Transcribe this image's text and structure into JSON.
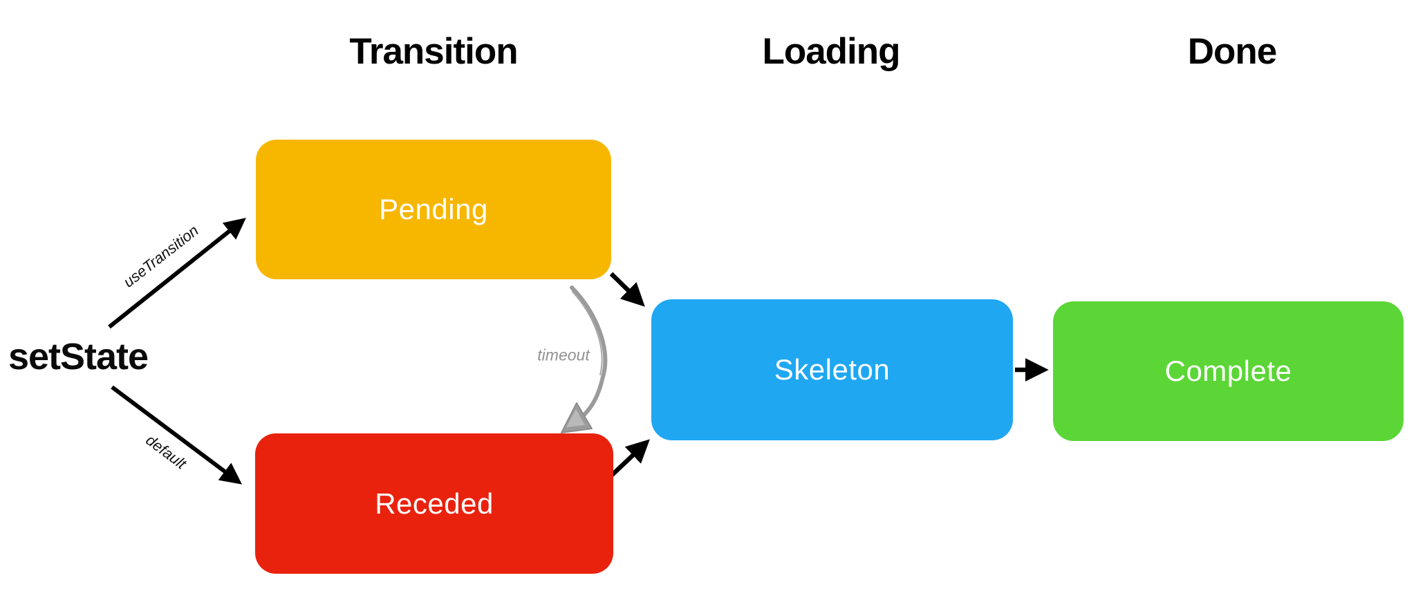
{
  "diagram": {
    "columns": [
      {
        "label": "Transition"
      },
      {
        "label": "Loading"
      },
      {
        "label": "Done"
      }
    ],
    "source": {
      "label": "setState"
    },
    "nodes": [
      {
        "id": "pending",
        "label": "Pending",
        "color": "#F7B600",
        "column": "Transition"
      },
      {
        "id": "receded",
        "label": "Receded",
        "color": "#E9220E",
        "column": "Transition"
      },
      {
        "id": "skeleton",
        "label": "Skeleton",
        "color": "#1FA7F2",
        "column": "Loading"
      },
      {
        "id": "complete",
        "label": "Complete",
        "color": "#5BD636",
        "column": "Done"
      }
    ],
    "edges": [
      {
        "from": "setState",
        "to": "Pending",
        "label": "useTransition",
        "color": "#000000",
        "style": "straight"
      },
      {
        "from": "setState",
        "to": "Receded",
        "label": "default",
        "color": "#000000",
        "style": "straight"
      },
      {
        "from": "Pending",
        "to": "Skeleton",
        "label": "",
        "color": "#000000",
        "style": "straight"
      },
      {
        "from": "Pending",
        "to": "Receded",
        "label": "timeout",
        "color": "#9b9b9b",
        "style": "curved-sketchy"
      },
      {
        "from": "Receded",
        "to": "Skeleton",
        "label": "",
        "color": "#000000",
        "style": "straight"
      },
      {
        "from": "Skeleton",
        "to": "Complete",
        "label": "",
        "color": "#000000",
        "style": "straight"
      }
    ],
    "node_text_color": "#ffffff",
    "background_color": "#ffffff"
  }
}
